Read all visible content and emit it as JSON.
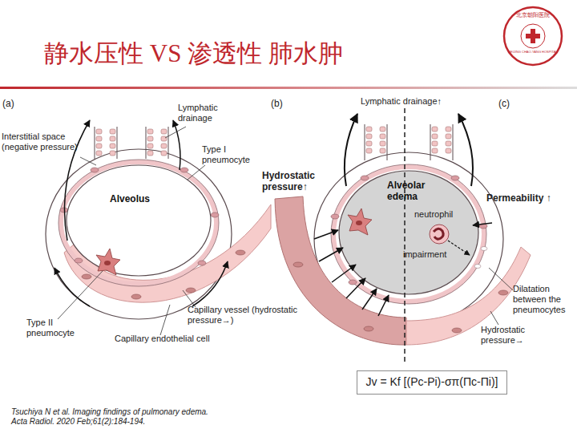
{
  "diagram": {
    "title": "静水压性 VS 渗透性 肺水肿",
    "caption": "Tsuchiya N et al. Imaging findings of pulmonary edema. Acta Radiol. 2020 Feb;61(2):184-194.",
    "nodes": [
      {
        "text": [
          "Alveolus"
        ]
      },
      {
        "text": [
          "Alveolar edema"
        ]
      },
      {
        "text": [
          "Jv = Kf [(Pc-Pi)-σπ(Πc-Πi)]"
        ]
      }
    ],
    "labels": [
      "北京朝阳医院",
      "BEIJING CHAO-YANG HOSPITAL",
      "(a)",
      "Lymphatic drainage",
      "Interstitial space (negative pressure)",
      "Type I pneumocyte",
      "Capillary vessel (hydrostatic pressure→)",
      "Type II pneumocyte",
      "Capillary endothelial cell",
      "(b)",
      "Lymphatic drainage↑",
      "(c)",
      "Hydrostatic pressure↑",
      "Permeability ↑",
      "neutrophil",
      "impairment",
      "Dilatation between the pneumocytes",
      "Hydrostatic pressure→"
    ]
  }
}
